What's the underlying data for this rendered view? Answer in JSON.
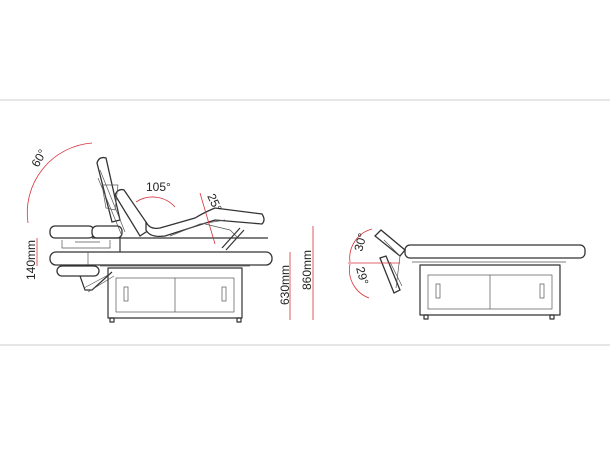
{
  "side_view": {
    "angle_backrest": "60°",
    "angle_seat": "105°",
    "angle_leg": "25°",
    "height_travel": "140mm",
    "min_height": "630mm",
    "max_height": "860mm"
  },
  "end_view": {
    "angle_up": "30°",
    "angle_down": "29°"
  },
  "colors": {
    "dimension": "#d9323b",
    "lines": "#333333"
  }
}
